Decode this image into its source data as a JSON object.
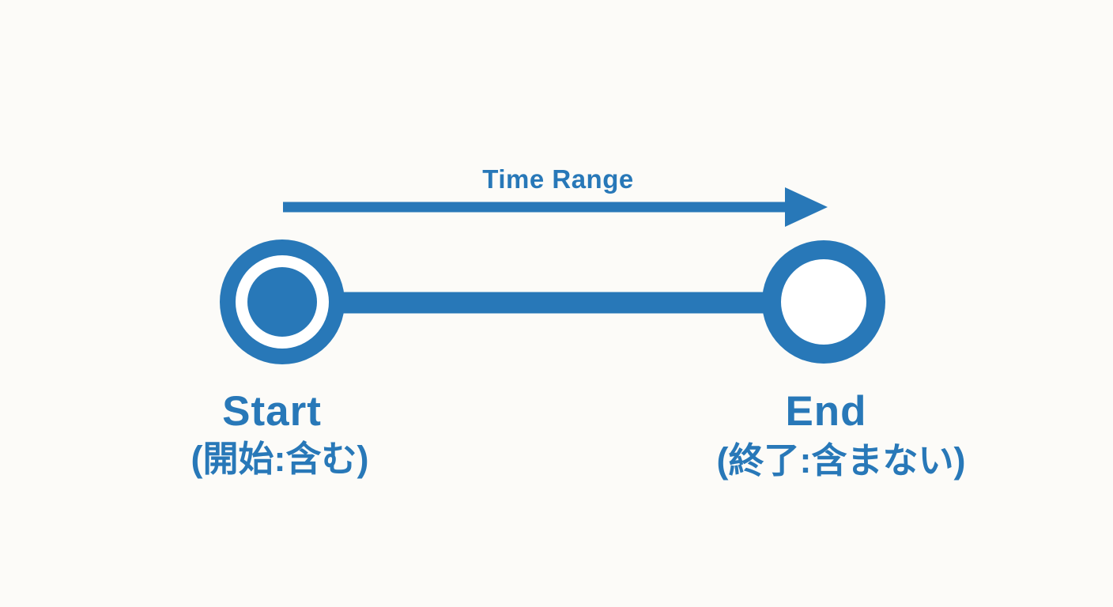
{
  "colors": {
    "accent": "#2878b8",
    "background": "#fcfbf8",
    "ring_gap": "#ffffff"
  },
  "diagram": {
    "arrow": {
      "label": "Time Range"
    },
    "start_marker": {
      "label": "Start",
      "sublabel": "(開始:含む)"
    },
    "end_marker": {
      "label": "End",
      "sublabel": "(終了:含まない)"
    }
  }
}
